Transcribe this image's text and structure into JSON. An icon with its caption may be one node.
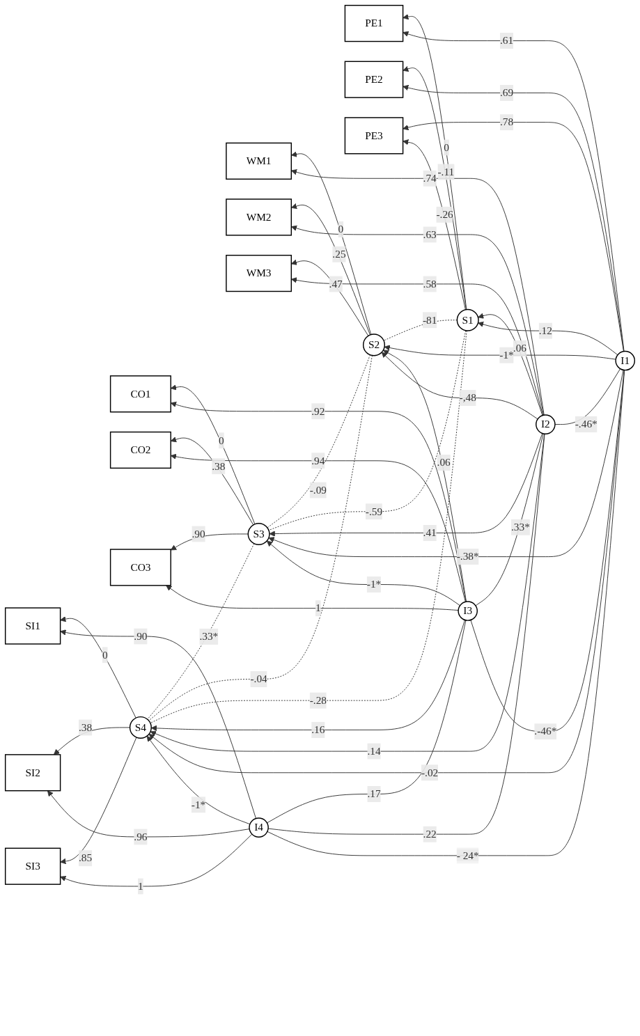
{
  "diagram": {
    "nodes": [
      {
        "text": [
          "PE1"
        ]
      },
      {
        "text": [
          "I1"
        ]
      },
      {
        "text": [
          "PE2"
        ]
      },
      {
        "text": [
          "S1"
        ]
      },
      {
        "text": [
          "PE3"
        ]
      },
      {
        "text": [
          "WM1"
        ]
      },
      {
        "text": [
          "I2"
        ]
      },
      {
        "text": [
          "WM2"
        ]
      },
      {
        "text": [
          "S2"
        ]
      },
      {
        "text": [
          "WM3"
        ]
      },
      {
        "text": [
          "CO1"
        ]
      },
      {
        "text": [
          "I3"
        ]
      },
      {
        "text": [
          "CO2"
        ]
      },
      {
        "text": [
          "S3"
        ]
      },
      {
        "text": [
          "CO3"
        ]
      },
      {
        "text": [
          "SI1"
        ]
      },
      {
        "text": [
          "I4"
        ]
      },
      {
        "text": [
          "SI2"
        ]
      },
      {
        "text": [
          "S4"
        ]
      },
      {
        "text": [
          "SI3"
        ]
      }
    ],
    "edges": [
      {
        "from": 1,
        "to": 0,
        "arrow": "to",
        "label": ".61"
      },
      {
        "from": 1,
        "to": 2,
        "arrow": "to",
        "label": ".69"
      },
      {
        "from": 3,
        "to": 0,
        "arrow": "to",
        "label": "0"
      },
      {
        "from": 3,
        "to": 2,
        "arrow": "to",
        "label": "-.11"
      },
      {
        "from": 3,
        "to": 4,
        "arrow": "to",
        "label": "-.26"
      },
      {
        "from": 1,
        "to": 4,
        "arrow": "to",
        "label": ".78"
      },
      {
        "from": 1,
        "to": 3,
        "arrow": "to",
        "label": ".12"
      },
      {
        "from": 6,
        "to": 3,
        "arrow": "to",
        "label": ".06"
      },
      {
        "from": 6,
        "to": 5,
        "arrow": "to",
        "label": ".74"
      },
      {
        "from": 6,
        "to": 7,
        "arrow": "to",
        "label": ".63"
      },
      {
        "from": 6,
        "to": 9,
        "arrow": "to",
        "label": ".58"
      },
      {
        "from": 8,
        "to": 5,
        "arrow": "to",
        "label": "0"
      },
      {
        "from": 8,
        "to": 7,
        "arrow": "to",
        "label": ".25"
      },
      {
        "from": 8,
        "to": 9,
        "arrow": "to",
        "label": ".47"
      },
      {
        "from": 6,
        "to": 8,
        "arrow": "to",
        "label": "-,48"
      },
      {
        "from": 11,
        "to": 8,
        "arrow": "to",
        "label": ".06"
      },
      {
        "from": 11,
        "to": 10,
        "arrow": "to",
        "label": ".92"
      },
      {
        "from": 11,
        "to": 12,
        "arrow": "to",
        "label": ".94"
      },
      {
        "from": 11,
        "to": 14,
        "arrow": "to",
        "label": "1"
      },
      {
        "from": 13,
        "to": 10,
        "arrow": "to",
        "label": "0"
      },
      {
        "from": 13,
        "to": 12,
        "arrow": "to",
        "label": ".38"
      },
      {
        "from": 13,
        "to": 14,
        "arrow": "to",
        "label": ".90"
      },
      {
        "from": 11,
        "to": 13,
        "arrow": "to",
        "label": "-1*"
      },
      {
        "from": 16,
        "to": 15,
        "arrow": "to",
        "label": ".90"
      },
      {
        "from": 16,
        "to": 17,
        "arrow": "to",
        "label": ".96"
      },
      {
        "from": 16,
        "to": 19,
        "arrow": "to",
        "label": "1"
      },
      {
        "from": 18,
        "to": 15,
        "arrow": "to",
        "label": "0"
      },
      {
        "from": 18,
        "to": 17,
        "arrow": "to",
        "label": ".38"
      },
      {
        "from": 18,
        "to": 19,
        "arrow": "to",
        "label": ".85"
      },
      {
        "from": 16,
        "to": 18,
        "arrow": "to",
        "label": "-1*"
      },
      {
        "from": 1,
        "to": 8,
        "arrow": "to",
        "label": "-1*"
      },
      {
        "from": 1,
        "to": 13,
        "arrow": "to",
        "label": "-.38*"
      },
      {
        "from": 1,
        "to": 18,
        "arrow": "to",
        "label": "-.02"
      },
      {
        "from": 6,
        "to": 13,
        "arrow": "to",
        "label": ".41"
      },
      {
        "from": 6,
        "to": 18,
        "arrow": "to",
        "label": ".14"
      },
      {
        "from": 11,
        "to": 18,
        "arrow": "to",
        "label": ".16"
      },
      {
        "from": 1,
        "to": 6,
        "arrow": "none",
        "label": "-.46*"
      },
      {
        "from": 1,
        "to": 11,
        "arrow": "none",
        "label": ".-46*"
      },
      {
        "from": 1,
        "to": 16,
        "arrow": "none",
        "label": "- 24*"
      },
      {
        "from": 6,
        "to": 11,
        "arrow": "none",
        "label": ".33*"
      },
      {
        "from": 6,
        "to": 16,
        "arrow": "none",
        "label": ".22"
      },
      {
        "from": 11,
        "to": 16,
        "arrow": "none",
        "label": ".17"
      },
      {
        "from": 3,
        "to": 8,
        "arrow": "none",
        "style": "dashed",
        "label": "-81"
      },
      {
        "from": 3,
        "to": 13,
        "arrow": "none",
        "style": "dashed",
        "label": "-.59"
      },
      {
        "from": 3,
        "to": 18,
        "arrow": "none",
        "style": "dashed",
        "label": "-.28"
      },
      {
        "from": 8,
        "to": 13,
        "arrow": "none",
        "style": "dashed",
        "label": "-.09"
      },
      {
        "from": 8,
        "to": 18,
        "arrow": "none",
        "style": "dashed",
        "label": "-.04"
      },
      {
        "from": 13,
        "to": 18,
        "arrow": "none",
        "style": "dashed",
        "label": ".33*"
      }
    ]
  }
}
